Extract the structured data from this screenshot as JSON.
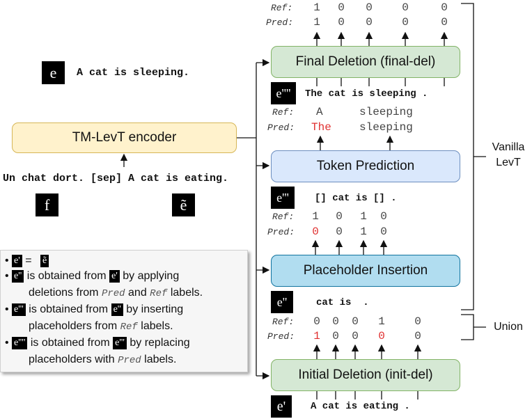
{
  "badges": {
    "e": "e",
    "f": "f",
    "e_tilde": "ẽ",
    "e1": "e'",
    "e2": "e''",
    "e3": "e'''",
    "e4": "e''''"
  },
  "source_target": "A cat is sleeping.",
  "encoder": {
    "label": "TM-LevT encoder",
    "input": "Un chat dort. [sep] A cat is eating."
  },
  "modules": {
    "final_del": "Final Deletion (final-del)",
    "token_pred": "Token Prediction",
    "placeholder_ins": "Placeholder Insertion",
    "init_del": "Initial Deletion (init-del)"
  },
  "sequences": {
    "e4": "The cat is sleeping .",
    "e3": "[] cat is [] .",
    "e2": "cat is  .",
    "e1": "A cat is eating ."
  },
  "row_labels": {
    "ref": "Ref:",
    "pred": "Pred:"
  },
  "final_del_labels": {
    "ref": [
      "1",
      "0",
      "0",
      "0",
      "0"
    ],
    "pred": [
      "1",
      "0",
      "0",
      "0",
      "0"
    ]
  },
  "token_pred_labels": {
    "ref": [
      "A",
      "sleeping"
    ],
    "pred": [
      "The",
      "sleeping"
    ]
  },
  "placeholder_labels": {
    "ref": [
      "1",
      "0",
      "1",
      "0"
    ],
    "pred": [
      "0",
      "0",
      "1",
      "0"
    ]
  },
  "init_del_labels": {
    "ref": [
      "0",
      "0",
      "0",
      "1",
      "0"
    ],
    "pred": [
      "1",
      "0",
      "0",
      "0",
      "0"
    ]
  },
  "brackets": {
    "vanilla": "Vanilla LevT",
    "union": "Union"
  },
  "legend": {
    "l1_eq": "=",
    "l2_a": "is obtained from",
    "l2_b": "by applying",
    "l2_c": "deletions from",
    "l2_pred": "Pred",
    "l2_and": "and",
    "l2_ref": "Ref",
    "l2_end": "labels.",
    "l3_a": "is obtained from",
    "l3_b": "by inserting",
    "l3_c": "placeholders from",
    "l3_ref": "Ref",
    "l3_end": "labels.",
    "l4_a": "is obtained from",
    "l4_b": "by replacing",
    "l4_c": "placeholders with",
    "l4_pred": "Pred",
    "l4_end": "labels."
  },
  "colors": {
    "green_box": "#d5e8d4",
    "green_border": "#82b366",
    "blue_light": "#dae8fc",
    "blue_light_border": "#6c8ebf",
    "blue_mid": "#b1ddf0",
    "blue_mid_border": "#10739e",
    "yellow_box": "#fff2cc",
    "yellow_border": "#d6b656",
    "red": "#e03030"
  }
}
